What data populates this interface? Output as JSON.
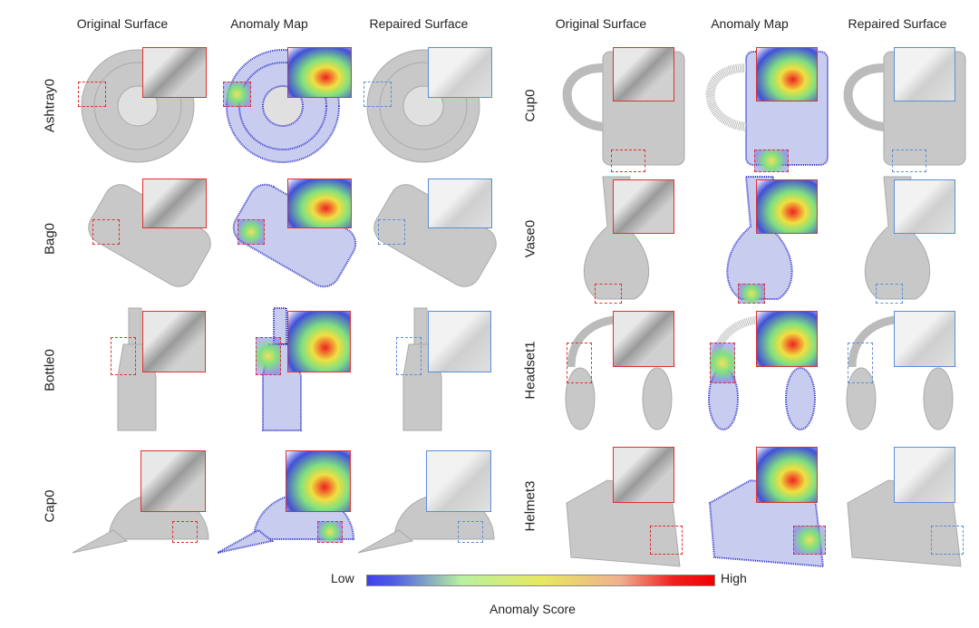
{
  "column_headers": [
    "Original Surface",
    "Anomaly Map",
    "Repaired Surface"
  ],
  "left_rows": [
    "Ashtray0",
    "Bag0",
    "Bottle0",
    "Cap0"
  ],
  "right_rows": [
    "Cup0",
    "Vase0",
    "Headset1",
    "Helmet3"
  ],
  "colorbar": {
    "low_label": "Low",
    "high_label": "High",
    "title": "Anomaly Score"
  },
  "colors": {
    "anomaly_box": "#e03030",
    "repaired_box": "#5b8fd6",
    "surface": "#c8c8c8",
    "point_low": "#3030d0"
  }
}
